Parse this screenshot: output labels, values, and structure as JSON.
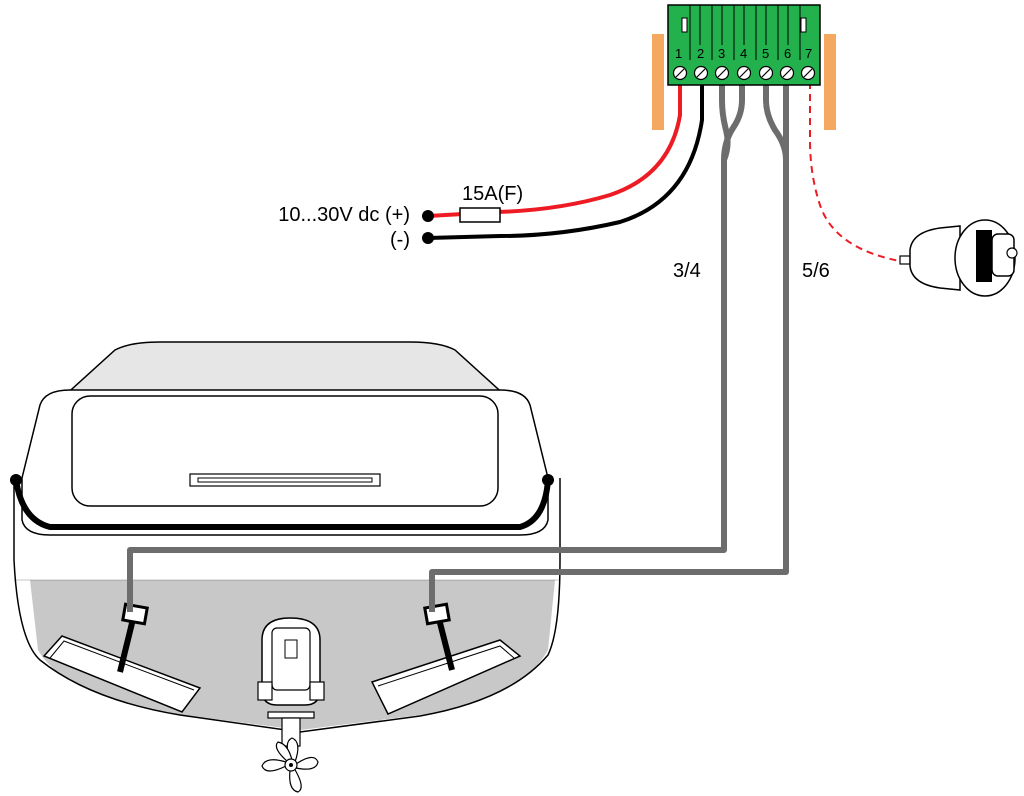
{
  "labels": {
    "supply_positive": "10...30V dc (+)",
    "supply_negative": "(-)",
    "fuse": "15A(F)",
    "wire_pair_left": "3/4",
    "wire_pair_right": "5/6"
  },
  "terminal_block": {
    "terminals": [
      "1",
      "2",
      "3",
      "4",
      "5",
      "6",
      "7"
    ]
  },
  "colors": {
    "terminal_block": "#22b14c",
    "mounting_brackets": "#f5a960",
    "positive_wire": "#ed1c24",
    "negative_wire": "#000000",
    "sensor_cable": "#6d6d6d",
    "hull_underwater": "#c8c8c8",
    "hull_cabin": "#e6e6e6"
  },
  "icons": {
    "key_switch": "ignition-key-icon",
    "propeller": "propeller-icon"
  }
}
